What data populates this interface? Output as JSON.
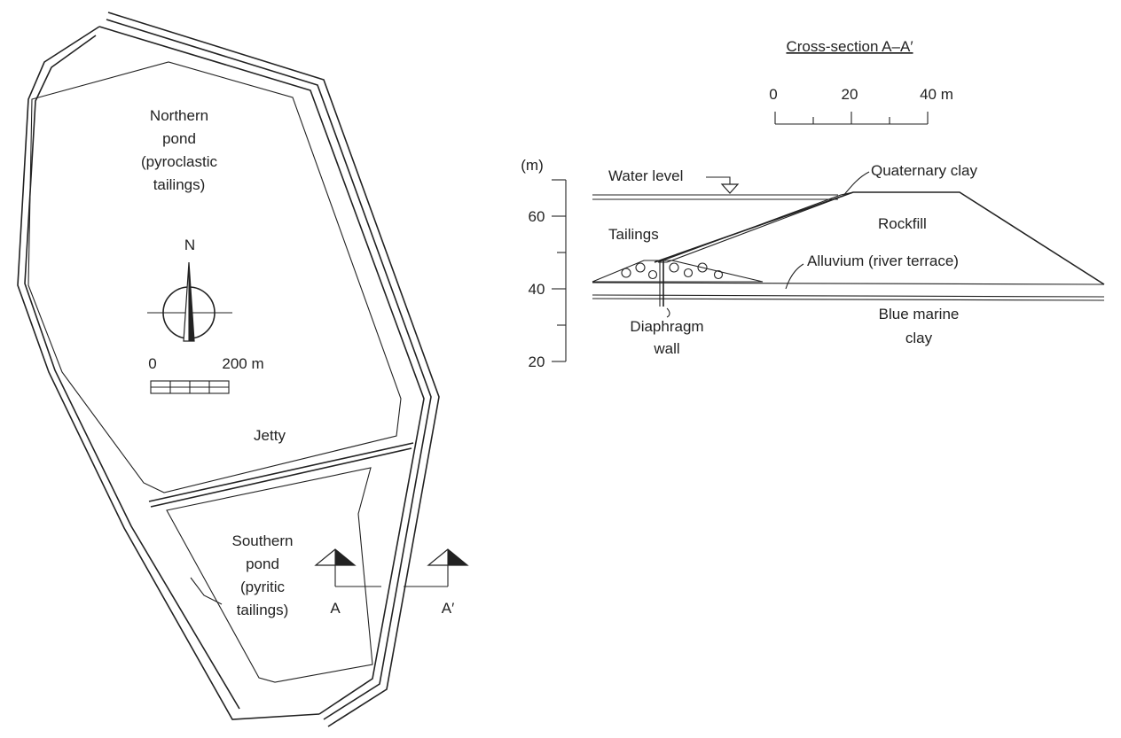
{
  "plan": {
    "northern_pond": [
      "Northern",
      "pond",
      "(pyroclastic",
      "tailings)"
    ],
    "southern_pond": [
      "Southern",
      "pond",
      "(pyritic",
      "tailings)"
    ],
    "jetty": "Jetty",
    "north": "N",
    "scale": {
      "zero": "0",
      "end": "200 m"
    },
    "section_marks": {
      "a": "A",
      "a_prime": "A′"
    }
  },
  "section": {
    "title": "Cross-section A–A′",
    "scale": {
      "zero": "0",
      "mid": "20",
      "end": "40 m"
    },
    "y_axis": {
      "unit": "(m)",
      "ticks": [
        "60",
        "40",
        "20"
      ]
    },
    "labels": {
      "water_level": "Water level",
      "quaternary_clay": "Quaternary clay",
      "tailings": "Tailings",
      "rockfill": "Rockfill",
      "alluvium": "Alluvium (river terrace)",
      "diaphragm_wall": [
        "Diaphragm",
        "wall"
      ],
      "blue_marine_clay": [
        "Blue marine",
        "clay"
      ]
    }
  },
  "colors": {
    "ink": "#222222",
    "background": "#ffffff",
    "fill_dark": "#222222"
  }
}
